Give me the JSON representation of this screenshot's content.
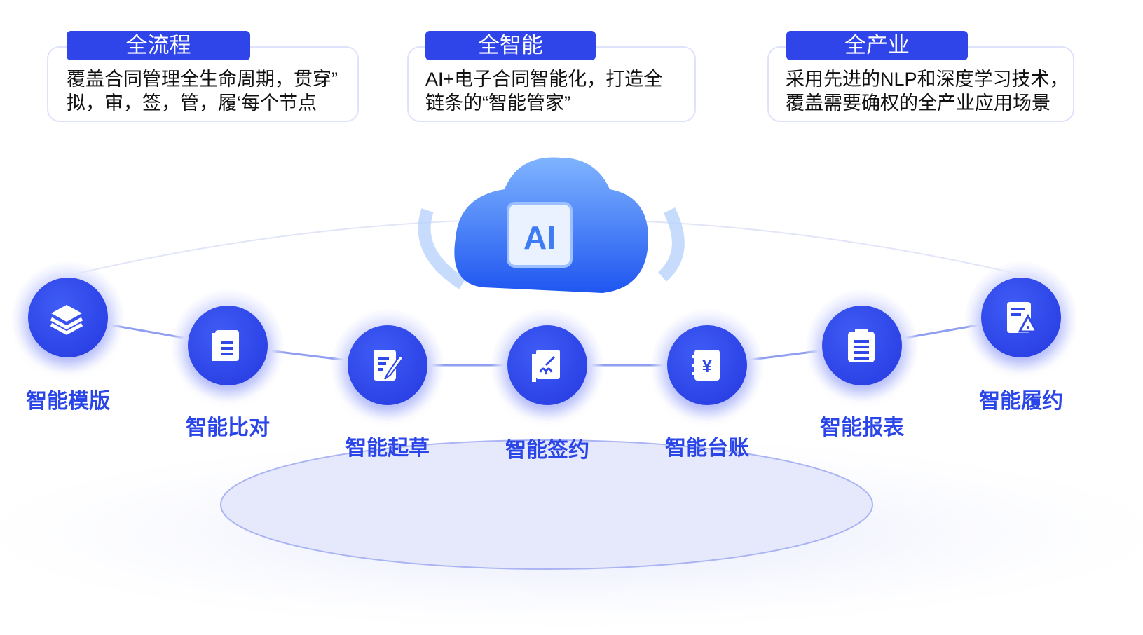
{
  "cards": [
    {
      "tag": "全流程",
      "desc": "覆盖合同管理全生命周期，贯穿”\n拟，审，签，管，履‘每个节点"
    },
    {
      "tag": "全智能",
      "desc": "AI+电子合同智能化，打造全\n链条的“智能管家”"
    },
    {
      "tag": "全产业",
      "desc": "采用先进的NLP和深度学习技术，\n覆盖需要确权的全产业应用场景"
    }
  ],
  "center": {
    "logo_text": "AI"
  },
  "nodes": [
    {
      "label": "智能模版",
      "icon": "layers-icon"
    },
    {
      "label": "智能比对",
      "icon": "documents-icon"
    },
    {
      "label": "智能起草",
      "icon": "edit-document-icon"
    },
    {
      "label": "智能签约",
      "icon": "signature-icon"
    },
    {
      "label": "智能台账",
      "icon": "ledger-yen-icon"
    },
    {
      "label": "智能报表",
      "icon": "clipboard-icon"
    },
    {
      "label": "智能履约",
      "icon": "document-alert-icon"
    }
  ],
  "colors": {
    "accent": "#2f45ea",
    "label": "#2b46e8"
  }
}
